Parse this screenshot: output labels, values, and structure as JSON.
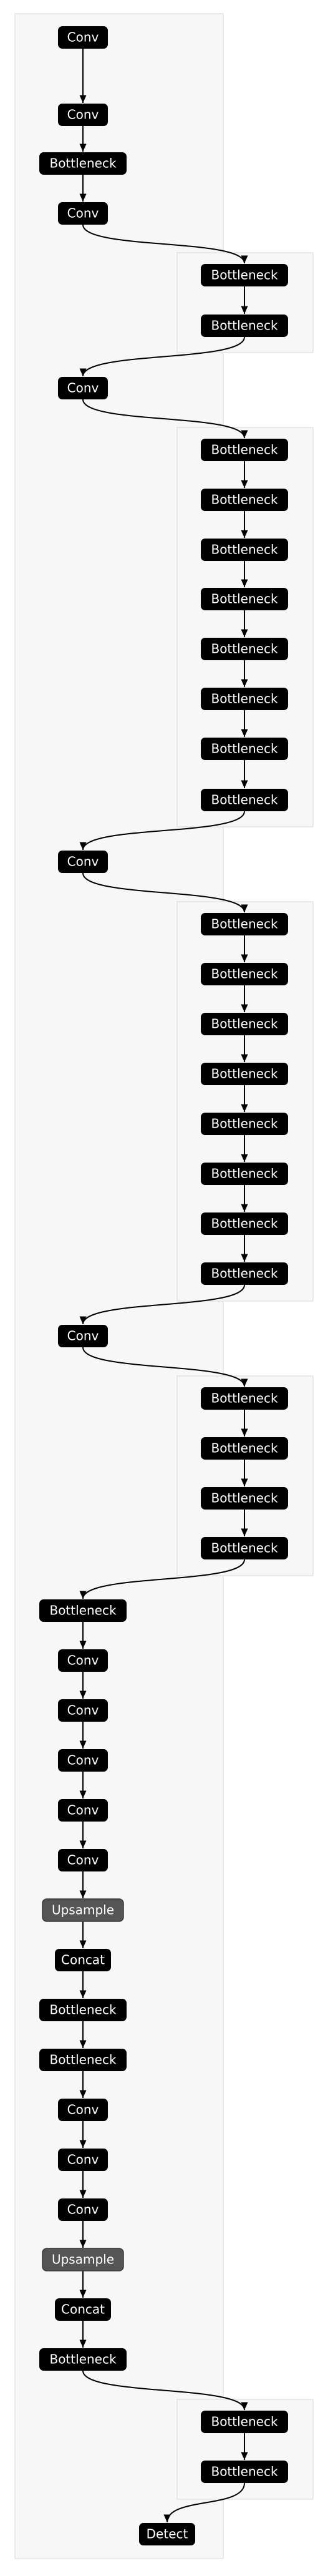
{
  "diagram": {
    "nodes": [
      {
        "label": "Conv",
        "style": "dark"
      },
      {
        "label": "Conv",
        "style": "dark"
      },
      {
        "label": "Bottleneck",
        "style": "dark"
      },
      {
        "label": "Conv",
        "style": "dark"
      },
      {
        "label": "Bottleneck",
        "style": "dark"
      },
      {
        "label": "Bottleneck",
        "style": "dark"
      },
      {
        "label": "Conv",
        "style": "dark"
      },
      {
        "label": "Bottleneck",
        "style": "dark"
      },
      {
        "label": "Bottleneck",
        "style": "dark"
      },
      {
        "label": "Bottleneck",
        "style": "dark"
      },
      {
        "label": "Bottleneck",
        "style": "dark"
      },
      {
        "label": "Bottleneck",
        "style": "dark"
      },
      {
        "label": "Bottleneck",
        "style": "dark"
      },
      {
        "label": "Bottleneck",
        "style": "dark"
      },
      {
        "label": "Bottleneck",
        "style": "dark"
      },
      {
        "label": "Conv",
        "style": "dark"
      },
      {
        "label": "Bottleneck",
        "style": "dark"
      },
      {
        "label": "Bottleneck",
        "style": "dark"
      },
      {
        "label": "Bottleneck",
        "style": "dark"
      },
      {
        "label": "Bottleneck",
        "style": "dark"
      },
      {
        "label": "Bottleneck",
        "style": "dark"
      },
      {
        "label": "Bottleneck",
        "style": "dark"
      },
      {
        "label": "Bottleneck",
        "style": "dark"
      },
      {
        "label": "Bottleneck",
        "style": "dark"
      },
      {
        "label": "Conv",
        "style": "dark"
      },
      {
        "label": "Bottleneck",
        "style": "dark"
      },
      {
        "label": "Bottleneck",
        "style": "dark"
      },
      {
        "label": "Bottleneck",
        "style": "dark"
      },
      {
        "label": "Bottleneck",
        "style": "dark"
      },
      {
        "label": "Bottleneck",
        "style": "dark"
      },
      {
        "label": "Conv",
        "style": "dark"
      },
      {
        "label": "Conv",
        "style": "dark"
      },
      {
        "label": "Conv",
        "style": "dark"
      },
      {
        "label": "Conv",
        "style": "dark"
      },
      {
        "label": "Conv",
        "style": "dark"
      },
      {
        "label": "Upsample",
        "style": "gray"
      },
      {
        "label": "Concat",
        "style": "dark"
      },
      {
        "label": "Bottleneck",
        "style": "dark"
      },
      {
        "label": "Bottleneck",
        "style": "dark"
      },
      {
        "label": "Conv",
        "style": "dark"
      },
      {
        "label": "Conv",
        "style": "dark"
      },
      {
        "label": "Conv",
        "style": "dark"
      },
      {
        "label": "Upsample",
        "style": "gray"
      },
      {
        "label": "Concat",
        "style": "dark"
      },
      {
        "label": "Bottleneck",
        "style": "dark"
      },
      {
        "label": "Bottleneck",
        "style": "dark"
      },
      {
        "label": "Bottleneck",
        "style": "dark"
      },
      {
        "label": "Detect",
        "style": "dark"
      }
    ],
    "colors": {
      "dark_node": "#000000",
      "gray_node": "#555555",
      "node_text": "#ffffff",
      "edge": "#000000",
      "cluster_fill": "#f7f7f7",
      "cluster_stroke": "#e4e4e4"
    }
  }
}
